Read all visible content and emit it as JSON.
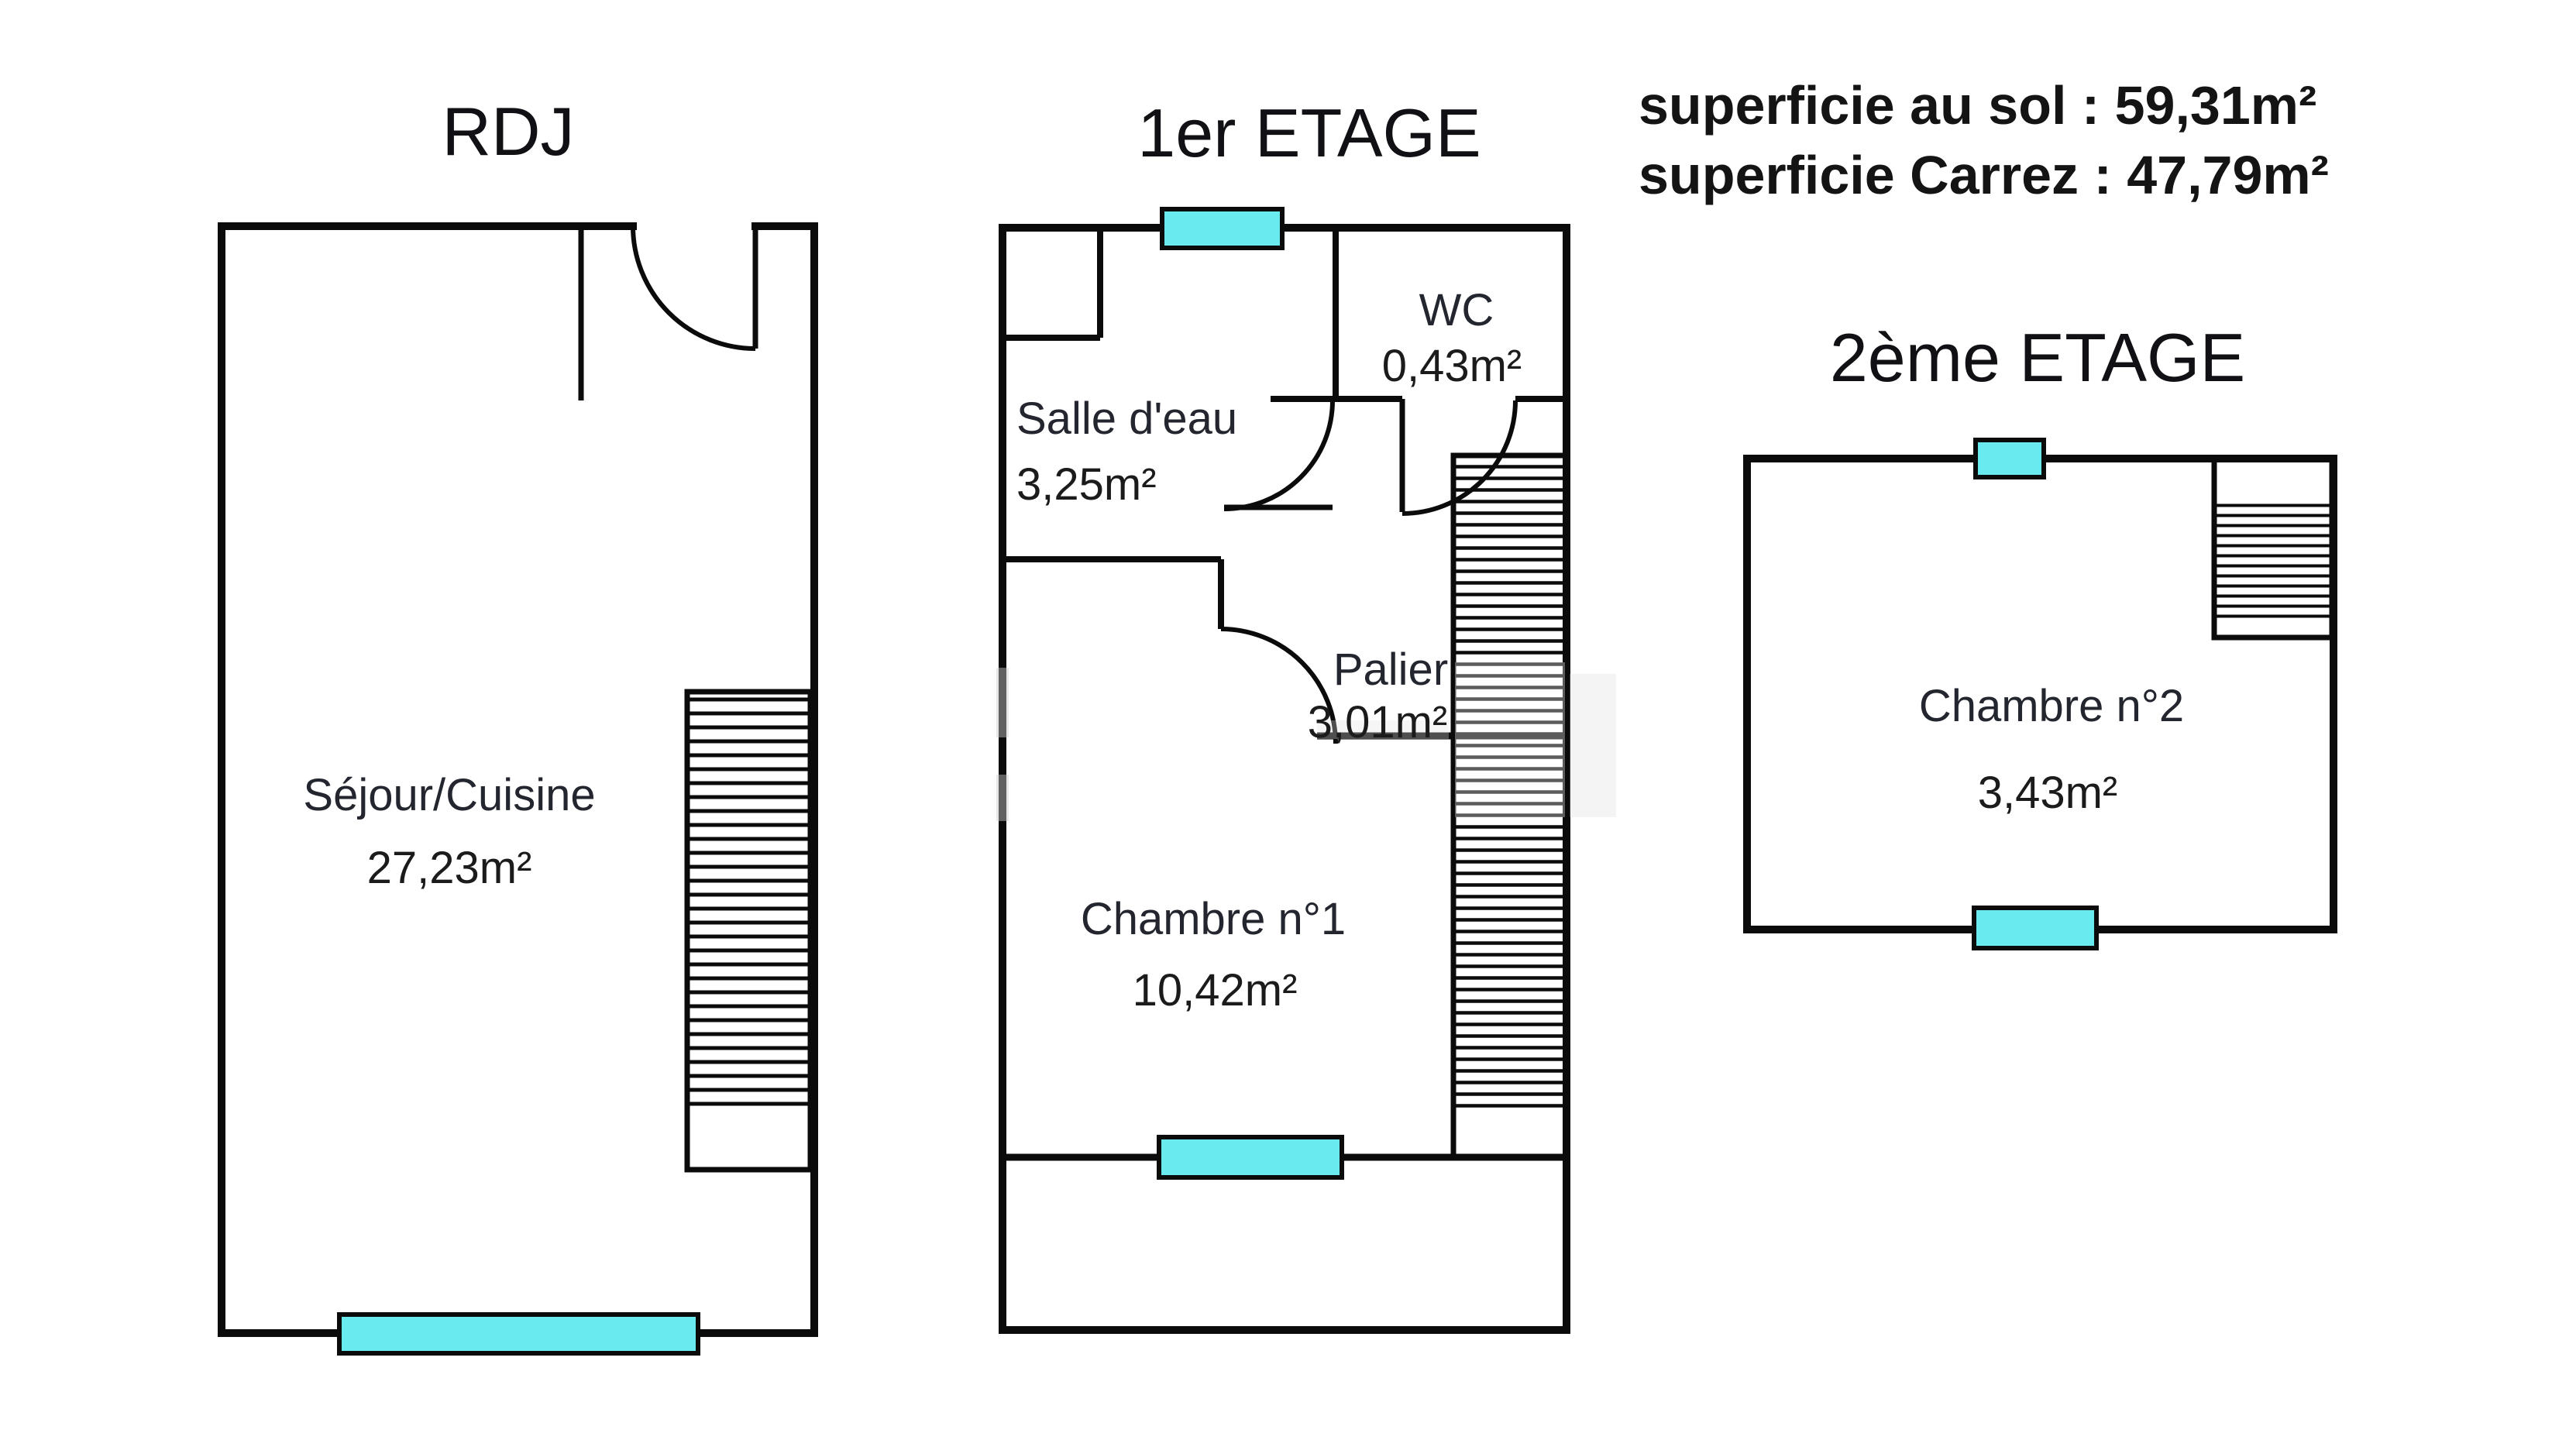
{
  "summary": {
    "line1": "superficie au sol : 59,31m²",
    "line2": "superficie Carrez : 47,79m²"
  },
  "floors": {
    "rdj": {
      "title": "RDJ",
      "rooms": [
        {
          "name": "Séjour/Cuisine",
          "area": "27,23m²"
        }
      ]
    },
    "etage1": {
      "title": "1er ETAGE",
      "rooms": [
        {
          "name": "Salle d'eau",
          "area": "3,25m²"
        },
        {
          "name": "WC",
          "area": "0,43m²"
        },
        {
          "name": "Palier",
          "area": "3,01m²"
        },
        {
          "name": "Chambre n°1",
          "area": "10,42m²"
        }
      ]
    },
    "etage2": {
      "title": "2ème ETAGE",
      "rooms": [
        {
          "name": "Chambre n°2",
          "area": "3,43m²"
        }
      ]
    }
  },
  "legend": {
    "window_color": "#68eaef",
    "wall_color": "#0b0b0b",
    "text_color": "#17171a"
  }
}
